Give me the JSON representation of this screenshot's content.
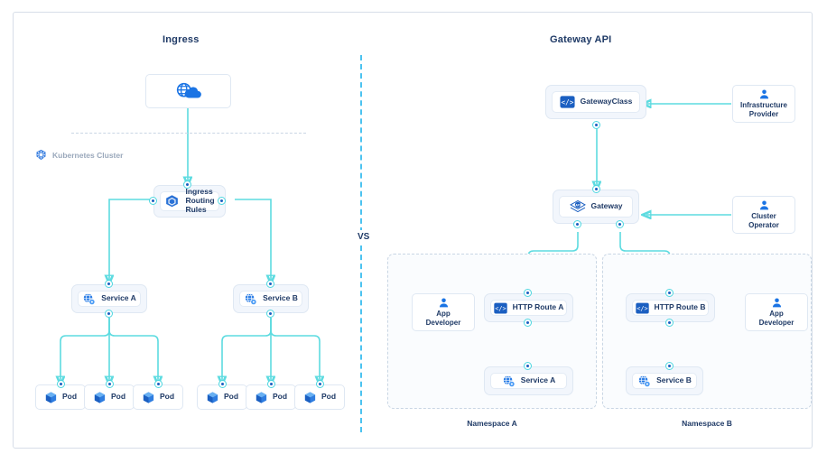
{
  "diagram": {
    "title_left": "Ingress",
    "title_right": "Gateway API",
    "divider_label": "VS",
    "cluster_label": "Kubernetes Cluster",
    "colors": {
      "accent_cyan": "#5ddbe0",
      "divider_blue": "#4cc3f0",
      "node_blue": "#1b74e4",
      "text_navy": "#1f3a66",
      "shell_fill": "#f2f6fc",
      "frame_border": "#d7dee8"
    }
  },
  "ingress_side": {
    "internet": {
      "label": "",
      "icon": "cloud-globe-icon"
    },
    "routing_rules": {
      "label_line1": "Ingress",
      "label_line2": "Routing Rules",
      "icon": "ingress-hex-icon"
    },
    "services": [
      {
        "label": "Service A",
        "icon": "service-globe-gear-icon"
      },
      {
        "label": "Service B",
        "icon": "service-globe-gear-icon"
      }
    ],
    "pods": [
      {
        "label": "Pod",
        "icon": "pod-cube-icon"
      },
      {
        "label": "Pod",
        "icon": "pod-cube-icon"
      },
      {
        "label": "Pod",
        "icon": "pod-cube-icon"
      },
      {
        "label": "Pod",
        "icon": "pod-cube-icon"
      },
      {
        "label": "Pod",
        "icon": "pod-cube-icon"
      },
      {
        "label": "Pod",
        "icon": "pod-cube-icon"
      }
    ]
  },
  "gateway_side": {
    "gatewayclass": {
      "label": "GatewayClass",
      "icon": "gatewayclass-code-icon"
    },
    "gateway": {
      "label": "Gateway",
      "icon": "gateway-api-icon"
    },
    "personas": [
      {
        "line1": "Infrastructure",
        "line2": "Provider",
        "icon": "person-icon"
      },
      {
        "line1": "Cluster",
        "line2": "Operator",
        "icon": "person-icon"
      },
      {
        "line1": "App",
        "line2": "Developer",
        "icon": "person-icon"
      },
      {
        "line1": "App",
        "line2": "Developer",
        "icon": "person-icon"
      }
    ],
    "namespaces": [
      {
        "label": "Namespace A",
        "route": {
          "label": "HTTP Route A",
          "icon": "http-route-code-icon"
        },
        "service": {
          "label": "Service A",
          "icon": "service-globe-gear-icon"
        }
      },
      {
        "label": "Namespace B",
        "route": {
          "label": "HTTP Route B",
          "icon": "http-route-code-icon"
        },
        "service": {
          "label": "Service B",
          "icon": "service-globe-gear-icon"
        }
      }
    ]
  }
}
